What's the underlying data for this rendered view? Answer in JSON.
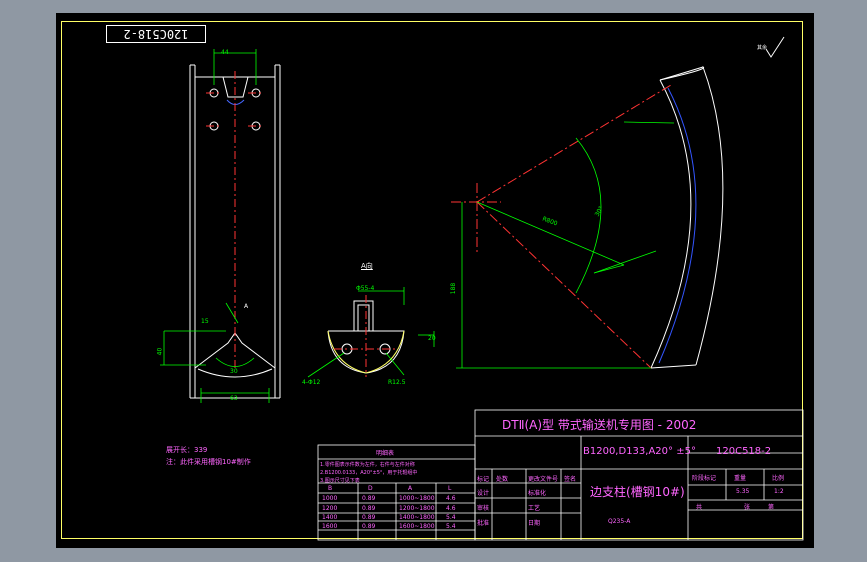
{
  "drawing_number_stamp": "120C518-2",
  "roughness_note": "其余",
  "views": {
    "section_label": "A向",
    "view_arrow_label": "A",
    "dims": {
      "front_top_width": "44",
      "front_small": "15",
      "front_left": "40",
      "front_bottom_small": "30",
      "front_bottom_width": "63",
      "detail_width": "Φ55-4",
      "detail_side": "20",
      "hole_note": "4-Φ12",
      "radius_note": "R12.5",
      "arc_radius": "R800",
      "arc_angle": "30°",
      "height_dim": "188"
    }
  },
  "notes": {
    "line1": "展开长：339",
    "line2": "注：此件采用槽钢10#制作"
  },
  "spec_table": {
    "title": "明细表",
    "rows": [
      "1.零件图表示件数为左件，右件与左件对称",
      "2.B1200.0133，A20°±5°，用于托辊组中",
      "3.图示尺寸见下表"
    ],
    "headers": [
      "B",
      "D",
      "A",
      "L"
    ],
    "data": [
      [
        "1000",
        "0.89",
        "1000~1800",
        "4.6"
      ],
      [
        "1200",
        "0.89",
        "1200~1800",
        "4.6"
      ],
      [
        "1400",
        "0.89",
        "1400~1800",
        "5.4"
      ],
      [
        "1600",
        "0.89",
        "1600~1800",
        "5.4"
      ]
    ]
  },
  "title_block": {
    "title": "DTⅡ(A)型  带式输送机专用图 - 2002",
    "spec": "B1200,D133,A20° ±5°",
    "drawing_no": "120C518-2",
    "part_name": "边支柱(槽钢10#)",
    "material": "Q235-A",
    "mass": "5.35",
    "scale": "1:2",
    "labels": {
      "mark": "标记",
      "count": "处数",
      "change": "更改文件号",
      "sign": "签名",
      "date": "日期",
      "design": "设计",
      "standard": "标准化",
      "check": "审核",
      "approve": "批准",
      "craft": "工艺",
      "stage": "阶段标记",
      "weight": "重量",
      "ratio": "比例",
      "total": "共",
      "sheet": "张",
      "page": "第"
    }
  }
}
